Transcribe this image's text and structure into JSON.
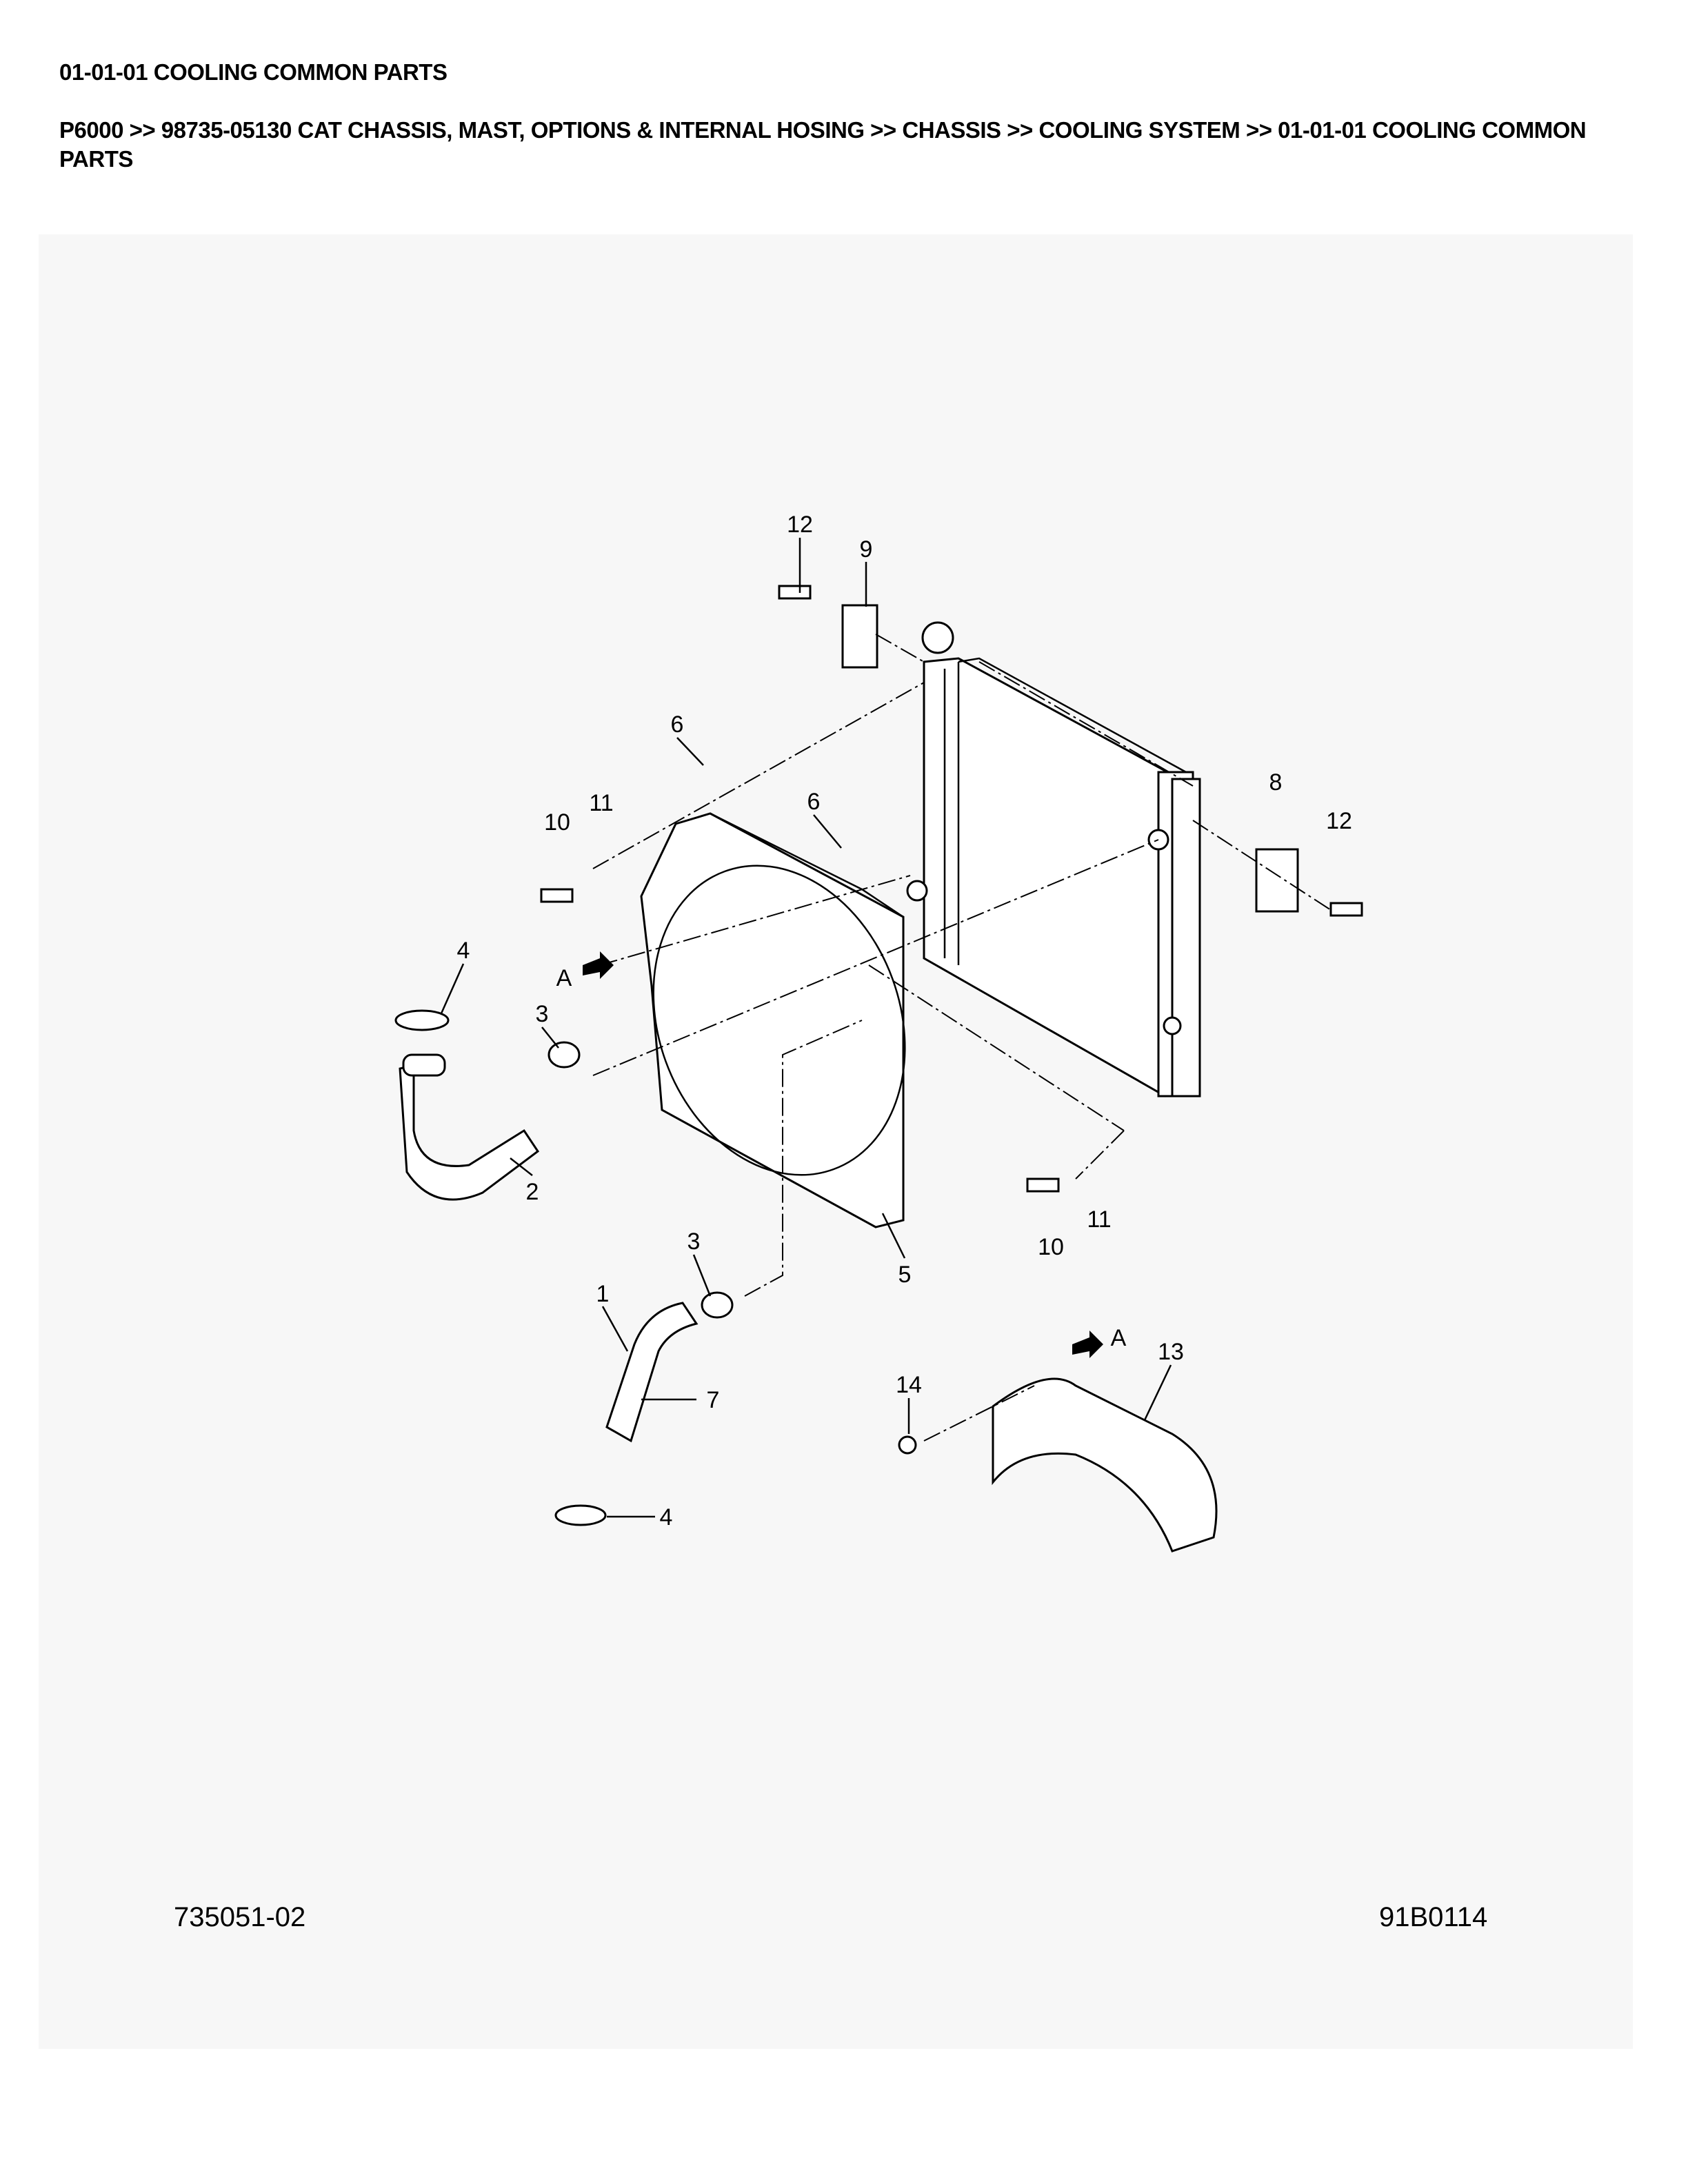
{
  "page_title": "01-01-01 COOLING COMMON PARTS",
  "breadcrumb": "P6000 >> 98735-05130 CAT CHASSIS, MAST, OPTIONS & INTERNAL HOSING >> CHASSIS >> COOLING SYSTEM >> 01-01-01 COOLING COMMON PARTS",
  "diagram": {
    "drawing_number": "735051-02",
    "figure_code": "91B0114",
    "view_marker": "A",
    "callouts": [
      "12",
      "9",
      "6",
      "6",
      "11",
      "10",
      "8",
      "12",
      "4",
      "3",
      "2",
      "11",
      "10",
      "5",
      "3",
      "1",
      "7",
      "13",
      "14",
      "4"
    ]
  }
}
